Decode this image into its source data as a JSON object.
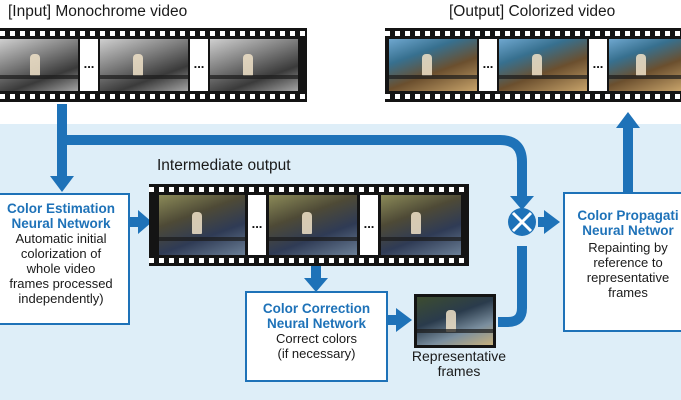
{
  "top": {
    "input_label": "[Input] Monochrome video",
    "output_label": "[Output] Colorized video"
  },
  "intermediate_label": "Intermediate output",
  "filmstrip_gap": "...",
  "estimation": {
    "title_line1": "Color Estimation",
    "title_line2": "Neural Network",
    "desc": [
      "Automatic initial",
      "colorization of",
      "whole video",
      "frames processed",
      "independently)"
    ]
  },
  "correction": {
    "title_line1": "Color Correction",
    "title_line2": "Neural Network",
    "desc": [
      "Correct colors",
      "(if necessary)"
    ]
  },
  "propagation": {
    "title_line1": "Color Propagati",
    "title_line2": "Neural Networ",
    "desc": [
      "Repainting by",
      "reference to",
      "representative",
      "frames"
    ]
  },
  "representative": {
    "line1": "Representative",
    "line2": "frames"
  },
  "colors": {
    "accent_blue": "#1e72b8",
    "background_band": "#deeef8",
    "film_black": "#141414"
  },
  "icons": [
    "down-arrow-icon",
    "right-arrow-icon",
    "up-arrow-icon",
    "combine-operator-icon"
  ]
}
